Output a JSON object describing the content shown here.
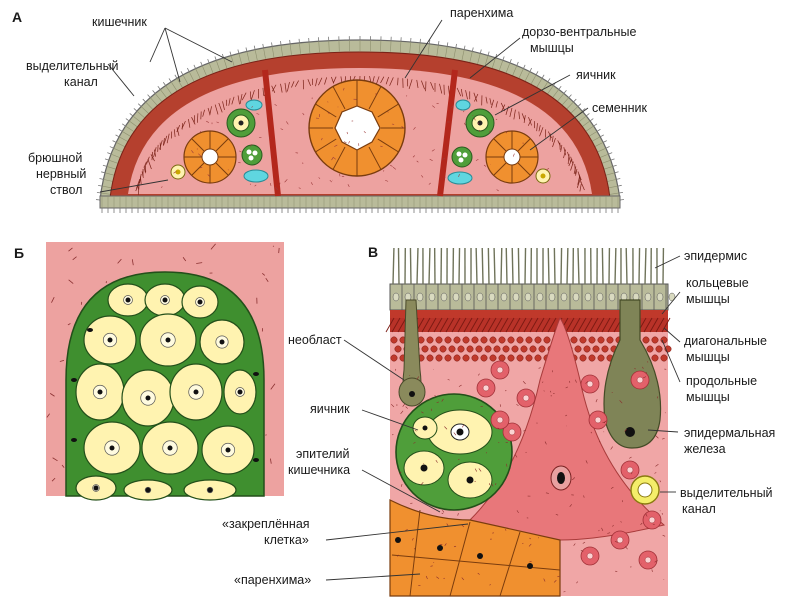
{
  "panels": {
    "a": "А",
    "b": "Б",
    "c": "В"
  },
  "panel_a_labels": {
    "intestine": "кишечник",
    "excretory_canal": [
      "выделительный",
      "канал"
    ],
    "ventral_nerve_cord": [
      "брюшной",
      "нервный",
      "ствол"
    ],
    "parenchyma": "паренхима",
    "dorsoventral_muscles": [
      "дорзо-вентральные",
      "мышцы"
    ],
    "ovary": "яичник",
    "testis": "семенник"
  },
  "panel_c_labels": {
    "epidermis": "эпидермис",
    "circular_muscles": [
      "кольцевые",
      "мышцы"
    ],
    "diagonal_muscles": [
      "диагональные",
      "мышцы"
    ],
    "longitudinal_muscles": [
      "продольные",
      "мышцы"
    ],
    "epidermal_gland": [
      "эпидермальная",
      "железа"
    ],
    "excretory_canal": [
      "выделительный",
      "канал"
    ],
    "neoblast": "необласт",
    "ovary": "яичник",
    "gut_epithelium": [
      "эпителий",
      "кишечника"
    ],
    "fixed_cell": [
      "«закреплённая",
      "клетка»"
    ],
    "parenchyma": "«паренхима»"
  },
  "colors": {
    "parenchyma_pink": "#f0a0a0",
    "muscle_red": "#c0392b",
    "epidermis_gray": "#b9bb9a",
    "ovary_green": "#4f9e3a",
    "cell_yellow": "#fff3b0",
    "testis_orange": "#f0902f",
    "canal_cyan": "#5fd6e0"
  }
}
